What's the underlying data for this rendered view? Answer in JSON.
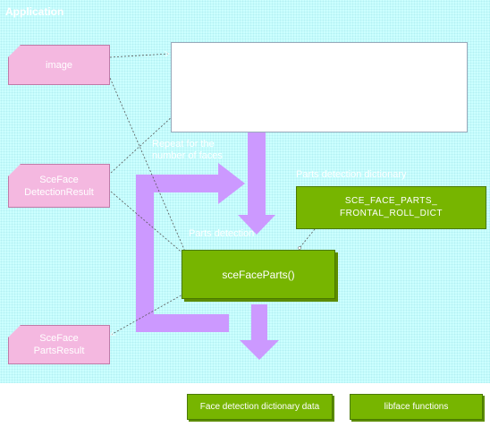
{
  "diagram": {
    "container_title": "Application",
    "data_objects": {
      "image": "image",
      "detection_result": [
        "SceFace",
        "DetectionResult"
      ],
      "parts_result": [
        "SceFace",
        "PartsResult"
      ]
    },
    "labels": {
      "repeat": [
        "Repeat for the",
        "number of faces"
      ],
      "parts_detection_dictionary": "Parts detection dictionary",
      "parts_detection": "Parts detection"
    },
    "function": "sceFaceParts()",
    "dictionary": [
      "SCE_FACE_PARTS_",
      "FRONTAL_ROLL_DICT"
    ],
    "legend": {
      "dictionary_data": "Face detection dictionary data",
      "libface_functions": "libface functions"
    },
    "colors": {
      "background": "#ccffff",
      "data_object": "#f4b8e0",
      "flow_arrow": "#cc99ff",
      "function": "#77b500"
    }
  }
}
